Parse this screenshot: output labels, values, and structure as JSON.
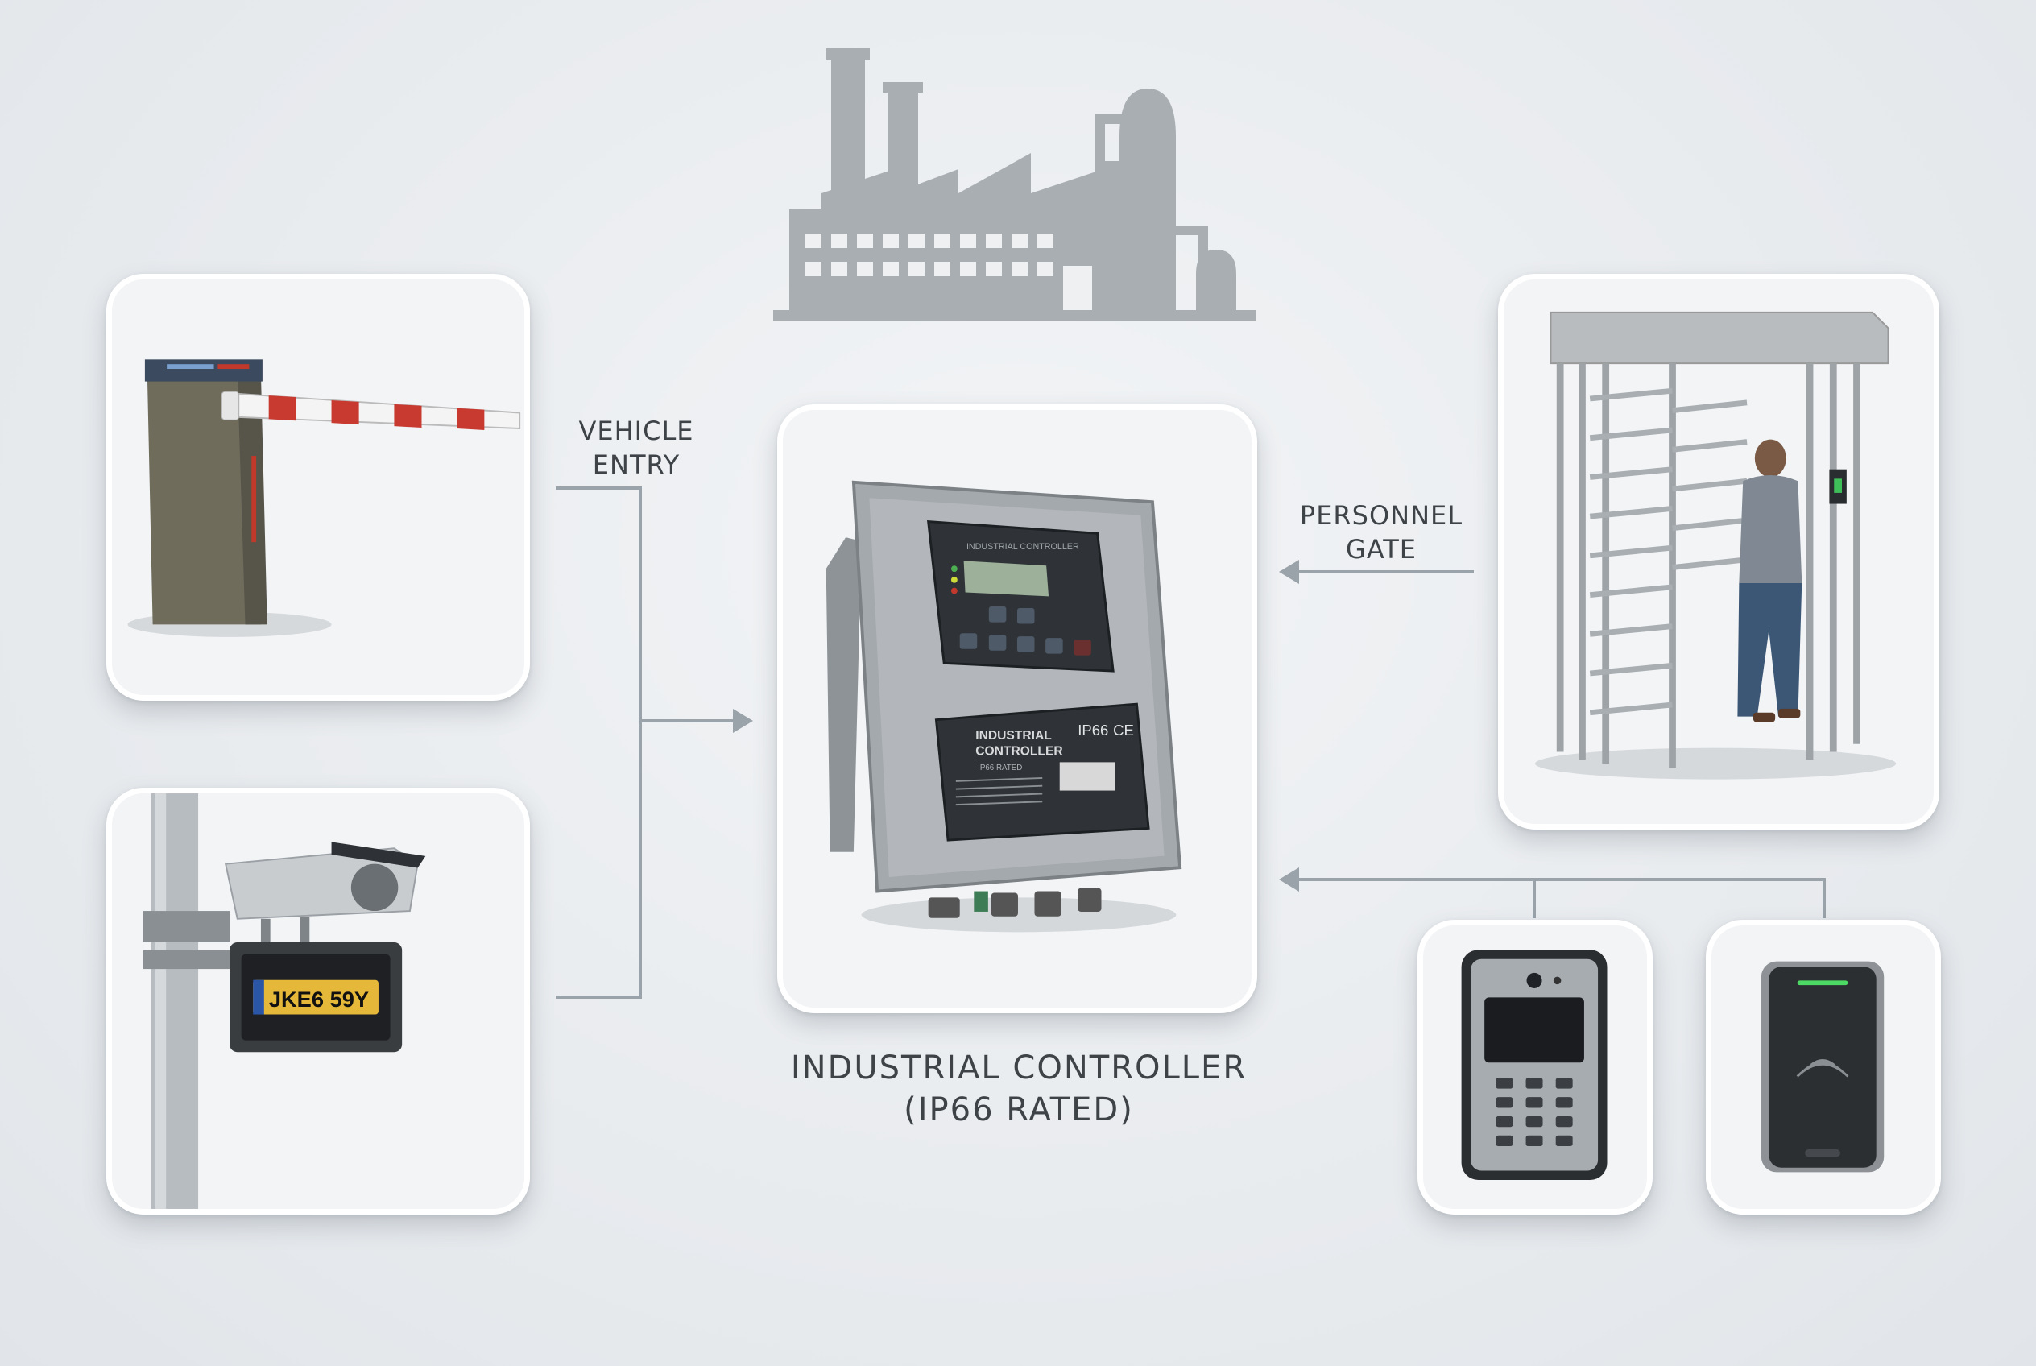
{
  "labels": {
    "vehicle_entry": "VEHICLE\nENTRY",
    "personnel_gate": "PERSONNEL\nGATE",
    "controller_line1": "INDUSTRIAL CONTROLLER",
    "controller_line2": "(IP66 RATED)"
  },
  "device": {
    "panel_title": "INDUSTRIAL CONTROLLER",
    "label_title_1": "INDUSTRIAL",
    "label_title_2": "CONTROLLER",
    "label_sub": "IP66 RATED",
    "ip_badge": "IP66",
    "ce_mark": "CE"
  },
  "plate": {
    "text": "JKE6 59Y"
  },
  "colors": {
    "background": "#e9ecef",
    "connector": "#9aa2aa",
    "factory": "#a9aeb3",
    "text": "#3e4348"
  }
}
